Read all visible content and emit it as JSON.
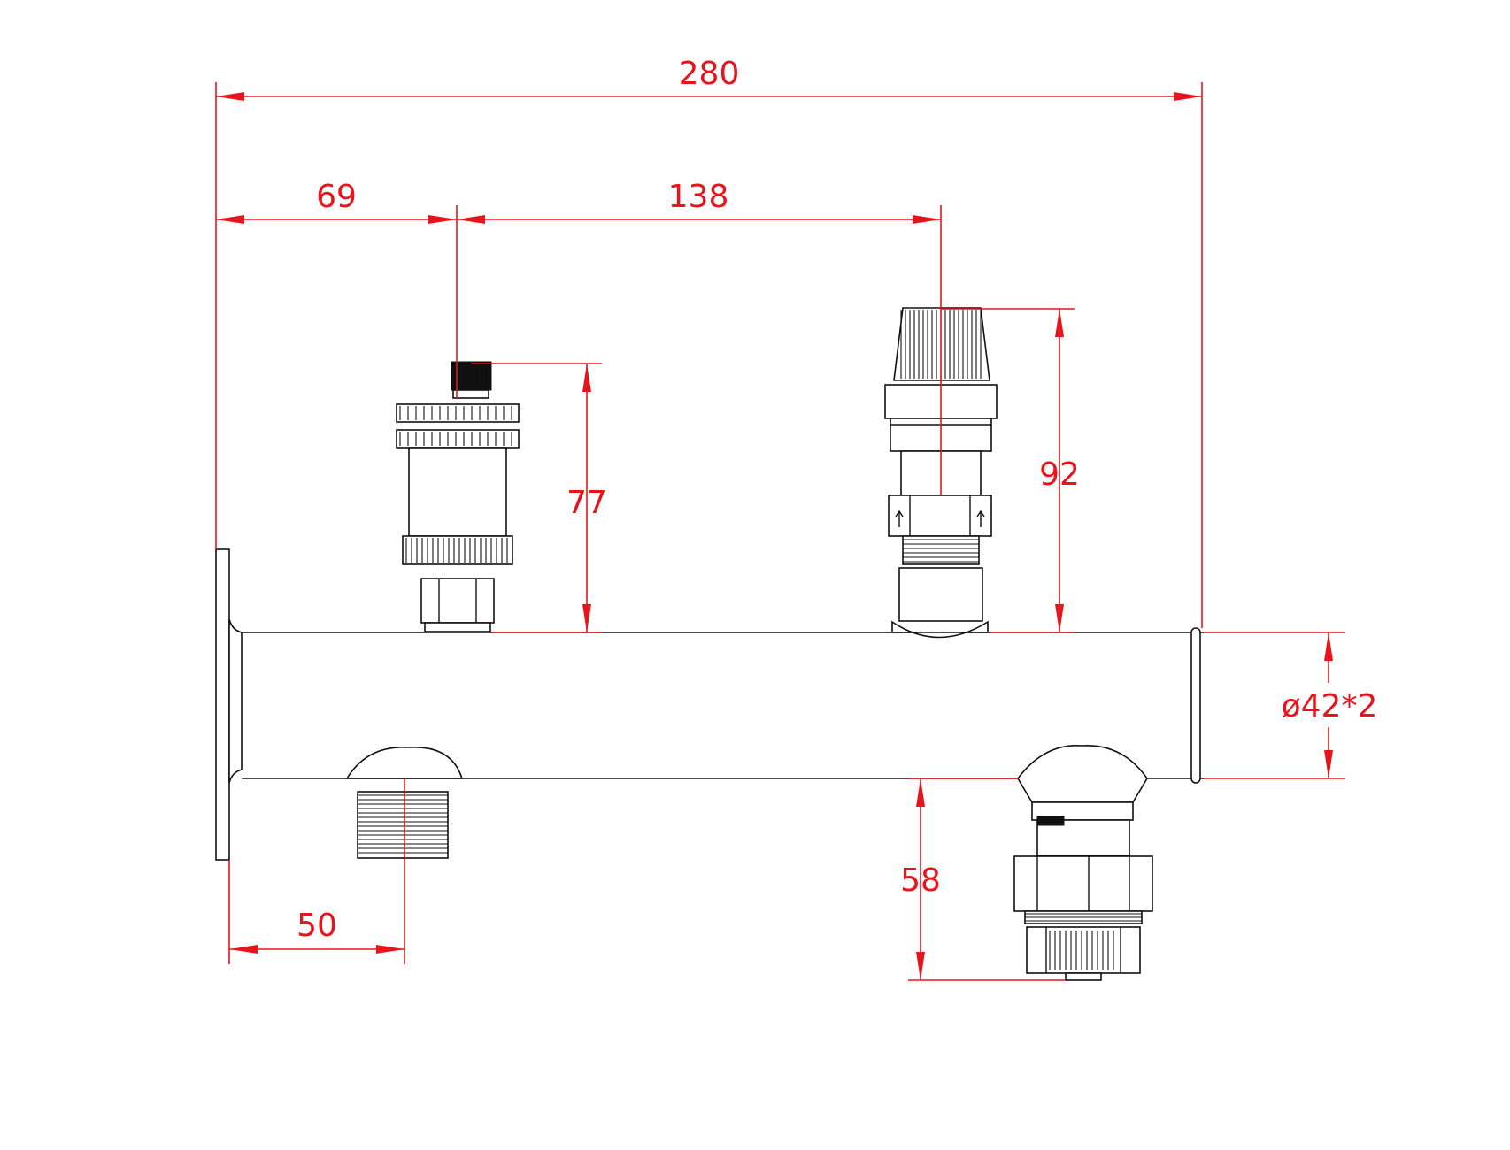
{
  "colors": {
    "dimension": "#e8141c",
    "outline": "#111111",
    "background": "#ffffff"
  },
  "dimensions": {
    "overall_length": "280",
    "air_vent_offset": "69",
    "valve_spacing": "138",
    "air_vent_height": "77",
    "relief_valve_height": "92",
    "pipe_diameter": "ø42*2",
    "bottom_port_offset": "50",
    "union_depth": "58"
  },
  "components": {
    "header_pipe": "pipe",
    "left_flange": "flange",
    "air_vent": "air-vent-valve",
    "relief_valve": "pressure-relief-valve",
    "threaded_outlet": "threaded-outlet",
    "union_fitting": "union-fitting"
  }
}
